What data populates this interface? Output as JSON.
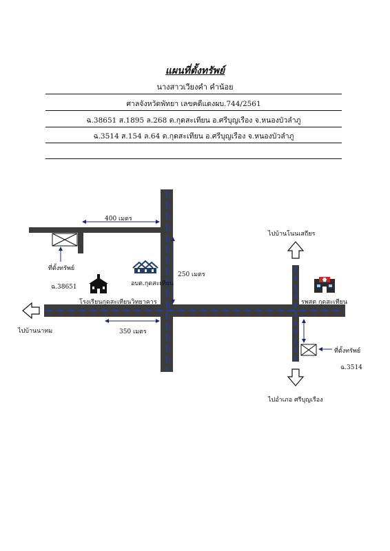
{
  "header": {
    "title": "แผนที่ตั้งทรัพย์",
    "owner": "นางสาวเวียงคำ คำน้อย",
    "court": "ศาลจังหวัดพัทยา เลขคดีแดงผบ.744/2561",
    "deed1": "ฉ.38651 ส.1895 ล.268 ต.กุดสะเทียน อ.ศรีบุญเรือง จ.หนองบัวลำภู",
    "deed2": "ฉ.3514 ส.154 ล.64 ต.กุดสะเทียน อ.ศรีบุญเรือง จ.หนองบัวลำภู"
  },
  "map": {
    "dist_400": "400 เมตร",
    "dist_250": "250 เมตร",
    "dist_350": "350 เมตร",
    "prop1_label": "ที่ตั้งทรัพย์",
    "prop1_deed": "ฉ.38651",
    "prop2_label": "ที่ตั้งทรัพย์",
    "prop2_deed": "ฉ.3514",
    "obt": "อบต.กุดสะเทียน",
    "school": "โรงเรียนกุดสะเทียนวิทยาคาร",
    "hospital": "รพสต กุดสะเทียน",
    "to_nontasian": "ไปบ้านโนนเสถียร",
    "to_natom": "ไปบ้านนาทม",
    "to_district": "ไปอำเภอ ศรีบุญเรือง",
    "colors": {
      "road": "#3c3c3c",
      "dash": "#1f3faa",
      "arrow": "#1a237e",
      "building": "#1f3f6a",
      "red": "#c62828"
    }
  }
}
